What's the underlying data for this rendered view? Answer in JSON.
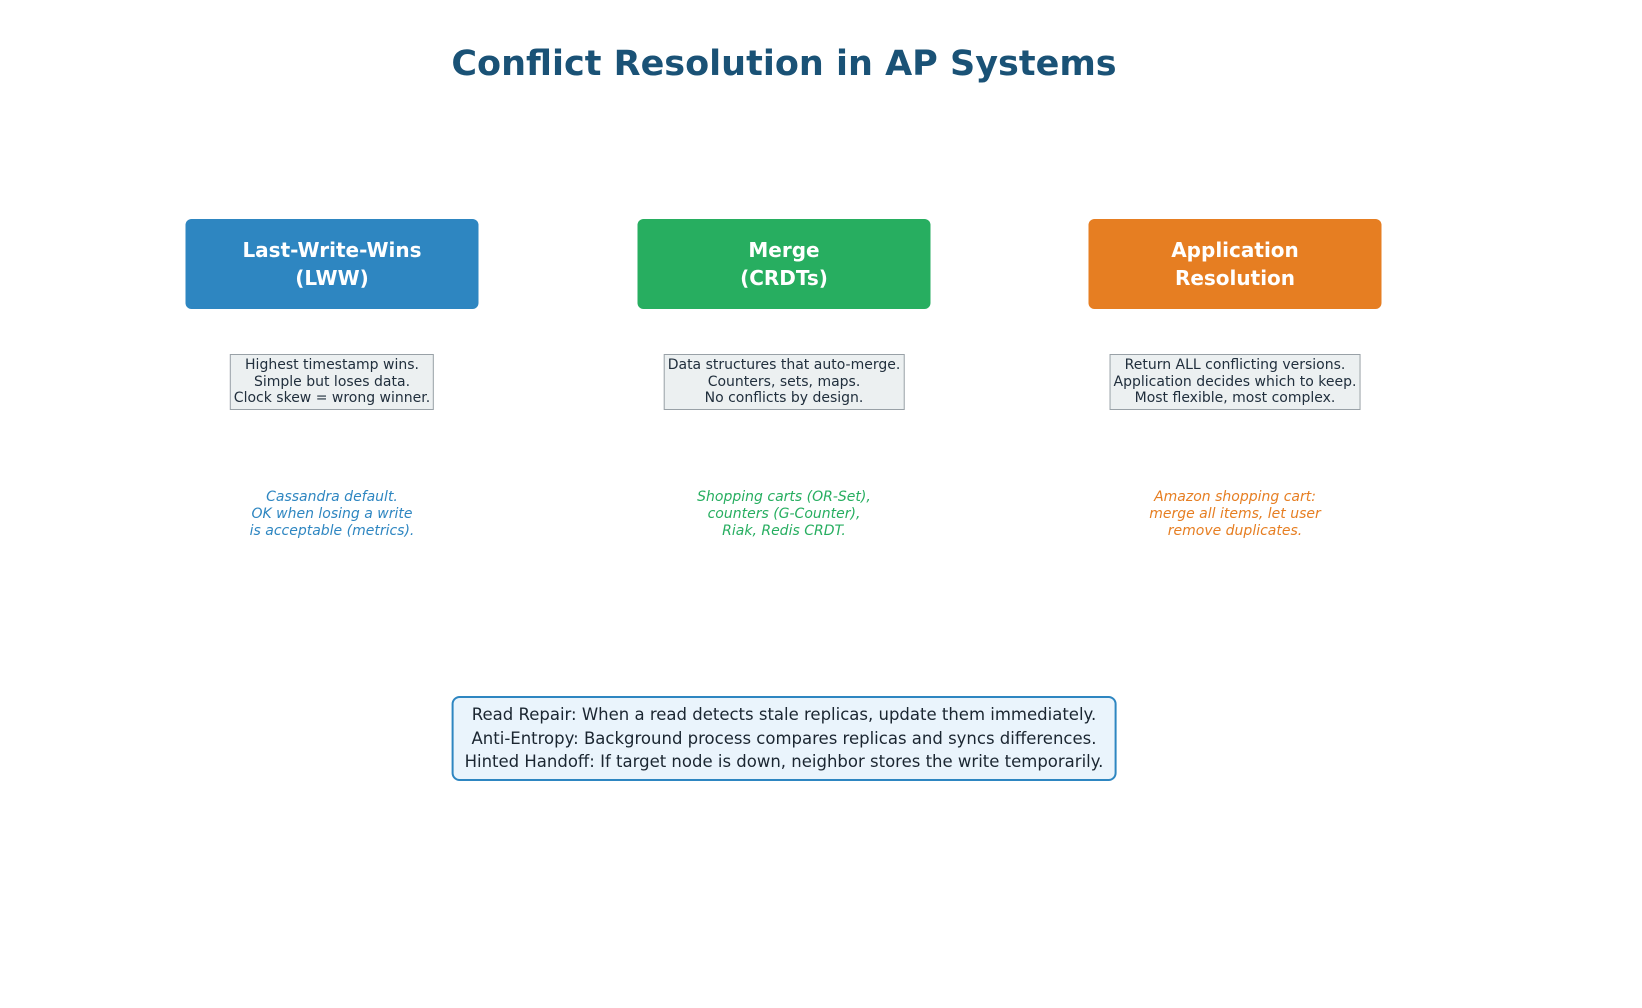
{
  "title": "Conflict Resolution in AP Systems",
  "theme": {
    "title_color": "#1a5276",
    "desc_box_bg": "#ecf0f1",
    "desc_box_border": "#99a1a7",
    "desc_text_color": "#212f3d",
    "footer_bg": "#eaf4fc",
    "footer_border": "#2e86c1",
    "background": "#ffffff"
  },
  "columns": [
    {
      "id": "last-write-wins",
      "header": {
        "lines": [
          "Last-Write-Wins",
          "(LWW)"
        ],
        "bg": "#2e86c1",
        "fg": "#ffffff"
      },
      "description": {
        "lines": [
          "Highest timestamp wins.",
          "Simple but loses data.",
          "Clock skew = wrong winner."
        ]
      },
      "example": {
        "color": "#2e86c1",
        "lines": [
          "Cassandra default.",
          "OK when losing a write",
          "is acceptable (metrics)."
        ]
      }
    },
    {
      "id": "merge-crdts",
      "header": {
        "lines": [
          "Merge",
          "(CRDTs)"
        ],
        "bg": "#27ae60",
        "fg": "#ffffff"
      },
      "description": {
        "lines": [
          "Data structures that auto-merge.",
          "Counters, sets, maps.",
          "No conflicts by design."
        ]
      },
      "example": {
        "color": "#27ae60",
        "lines": [
          "Shopping carts (OR-Set),",
          "counters (G-Counter),",
          "Riak, Redis CRDT."
        ]
      }
    },
    {
      "id": "application-resolution",
      "header": {
        "lines": [
          "Application",
          "Resolution"
        ],
        "bg": "#e67e22",
        "fg": "#ffffff"
      },
      "description": {
        "lines": [
          "Return ALL conflicting versions.",
          "Application decides which to keep.",
          "Most flexible, most complex."
        ]
      },
      "example": {
        "color": "#e67e22",
        "lines": [
          "Amazon shopping cart:",
          "merge all items, let user",
          "remove duplicates."
        ]
      }
    }
  ],
  "footer": {
    "lines": [
      "Read Repair: When a read detects stale replicas, update them immediately.",
      "Anti-Entropy: Background process compares replicas and syncs differences.",
      "Hinted Handoff: If target node is down, neighbor stores the write temporarily."
    ]
  }
}
